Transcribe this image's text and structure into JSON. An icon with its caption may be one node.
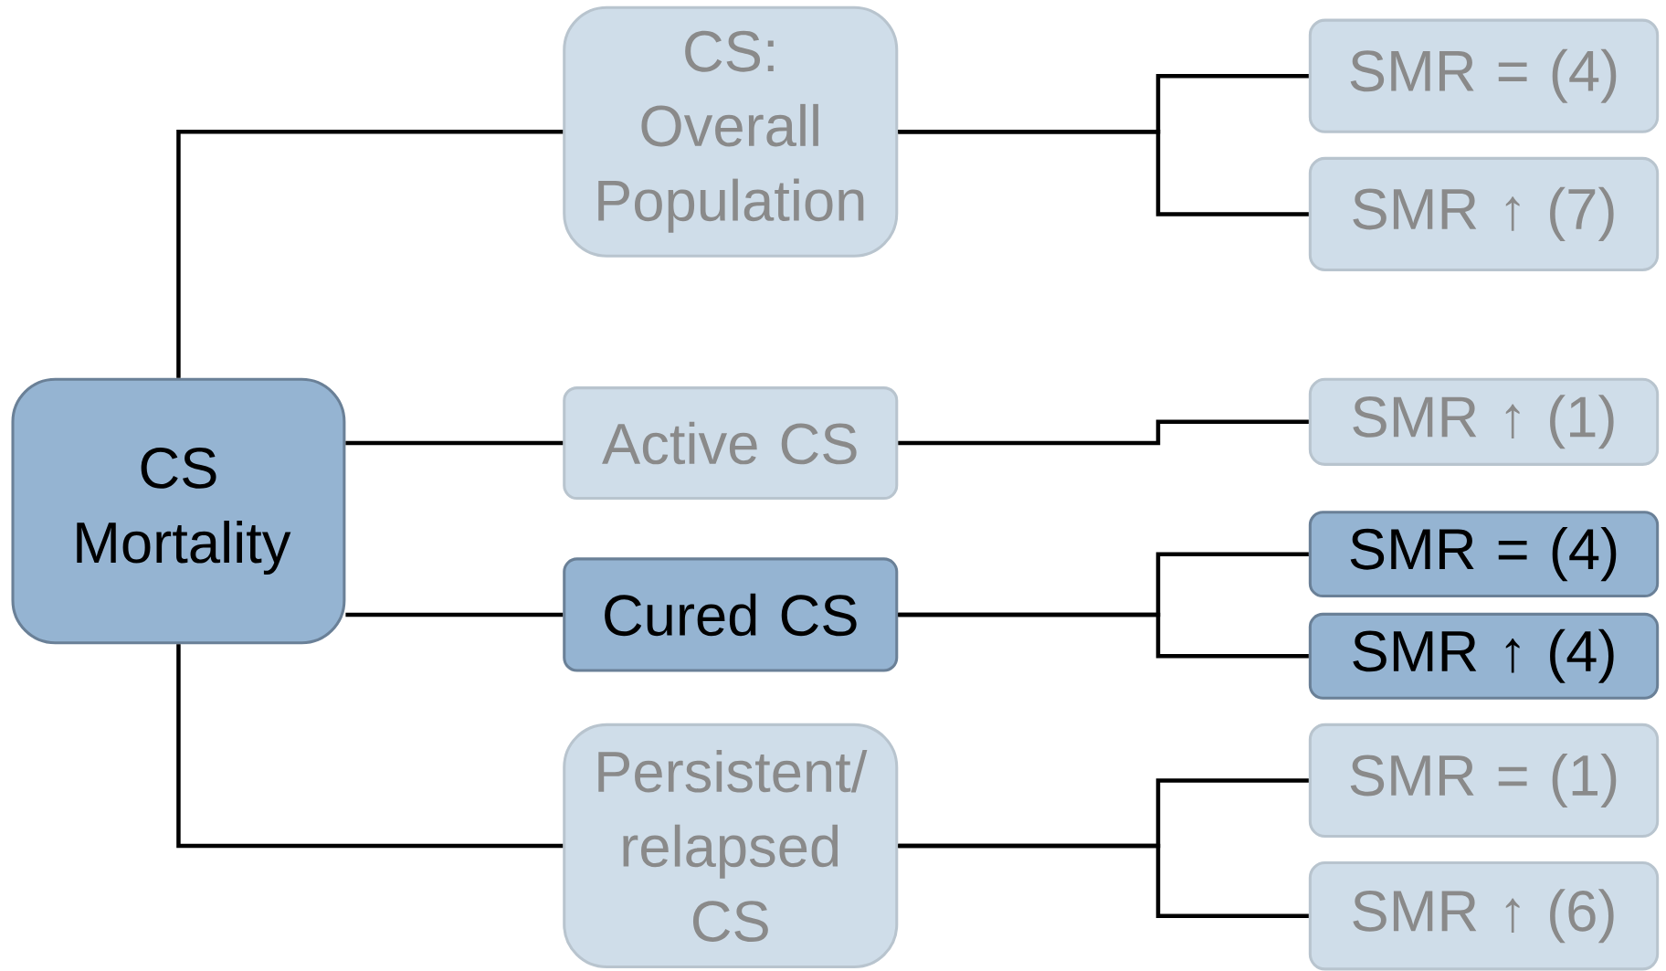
{
  "diagram": {
    "nodes": [
      {
        "text": [
          "CS Mortality"
        ]
      },
      {
        "text": [
          "CS: Overall Population"
        ]
      },
      {
        "text": [
          "Active CS"
        ]
      },
      {
        "text": [
          "Cured CS"
        ]
      },
      {
        "text": [
          "Persistent/ relapsed CS"
        ]
      },
      {
        "text": [
          "SMR = (4)"
        ]
      },
      {
        "text": [
          "SMR ↑ (7)"
        ]
      },
      {
        "text": [
          "SMR ↑ (1)"
        ]
      },
      {
        "text": [
          "SMR = (4)"
        ]
      },
      {
        "text": [
          "SMR ↑ (4)"
        ]
      },
      {
        "text": [
          "SMR = (1)"
        ]
      },
      {
        "text": [
          "SMR ↑ (6)"
        ]
      }
    ],
    "edges": [
      {
        "from": 0,
        "to": 1,
        "arrow": "none"
      },
      {
        "from": 0,
        "to": 2,
        "arrow": "none"
      },
      {
        "from": 0,
        "to": 3,
        "arrow": "none"
      },
      {
        "from": 0,
        "to": 4,
        "arrow": "none"
      },
      {
        "from": 1,
        "to": 5,
        "arrow": "none"
      },
      {
        "from": 1,
        "to": 6,
        "arrow": "none"
      },
      {
        "from": 2,
        "to": 7,
        "arrow": "none"
      },
      {
        "from": 3,
        "to": 8,
        "arrow": "none"
      },
      {
        "from": 3,
        "to": 9,
        "arrow": "none"
      },
      {
        "from": 4,
        "to": 10,
        "arrow": "none"
      },
      {
        "from": 4,
        "to": 11,
        "arrow": "none"
      }
    ]
  }
}
